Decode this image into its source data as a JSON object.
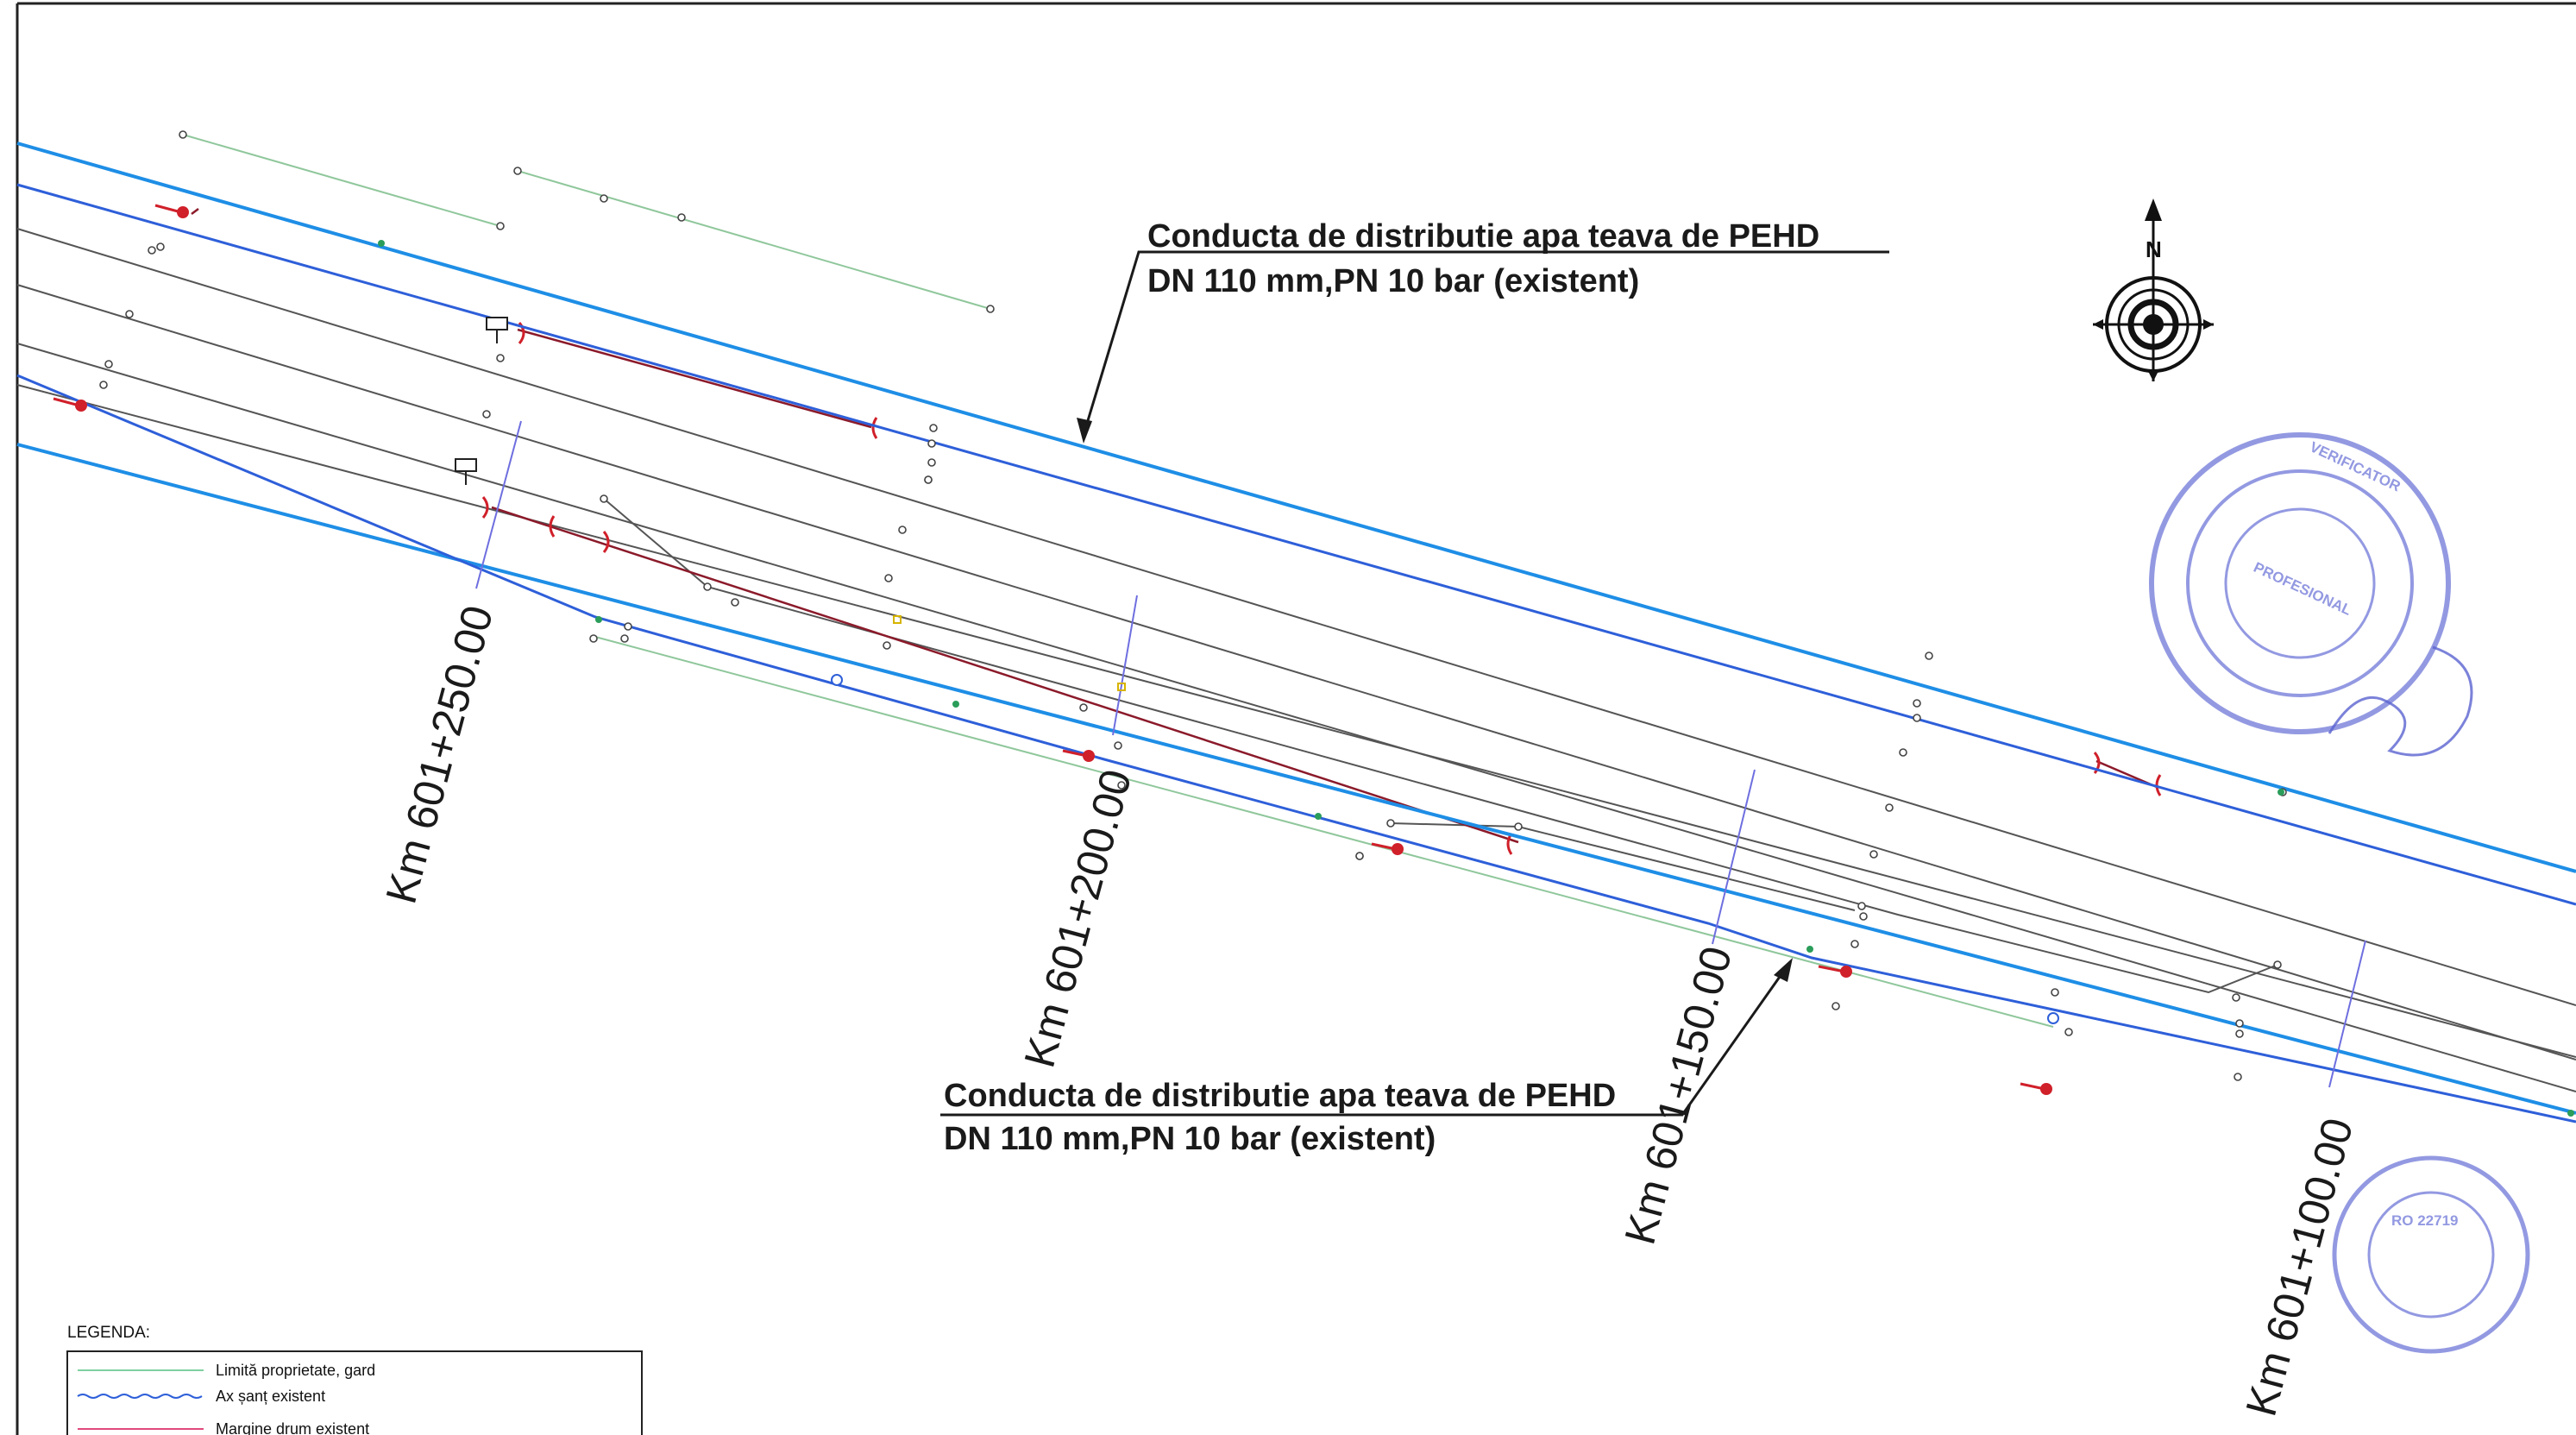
{
  "drawing": {
    "callouts": [
      {
        "line1": "Conducta de distributie apa teava de PEHD",
        "line2": "DN 110 mm,PN 10 bar (existent)"
      },
      {
        "line1": "Conducta de distributie apa teava de PEHD",
        "line2": "DN 110 mm,PN 10 bar (existent)"
      }
    ],
    "chainage": [
      "Km 601+250.00",
      "Km 601+200.00",
      "Km 601+150.00",
      "Km 601+100.00"
    ],
    "compass": {
      "north_label": "N",
      "icon": "north-arrow-compass-icon"
    },
    "stamps": {
      "upper": {
        "icon": "verifier-stamp-icon",
        "text": [
          "VERIFICATOR",
          "PROFESIONAL"
        ],
        "color": "#6f78d8"
      },
      "lower": {
        "icon": "company-seal-icon",
        "text": [
          "RO 22719"
        ],
        "color": "#6f78d8"
      }
    },
    "legend": {
      "title": "LEGENDA:",
      "items": [
        {
          "label": "Limită proprietate, gard",
          "color": "#7fd1a0"
        },
        {
          "label": "Ax șanț existent",
          "color": "#2e5fd9"
        },
        {
          "label": "Margine drum existent",
          "color": "#e0497c"
        }
      ]
    },
    "colors": {
      "pipe": "#1e8ee6",
      "ditch": "#2e5fd9",
      "road_edge": "#555555",
      "utility_line": "#8b1a2a",
      "property_line": "#7fbf8f",
      "hydrant": "#d0202a",
      "chainage_tick": "#6e6ee0"
    }
  }
}
